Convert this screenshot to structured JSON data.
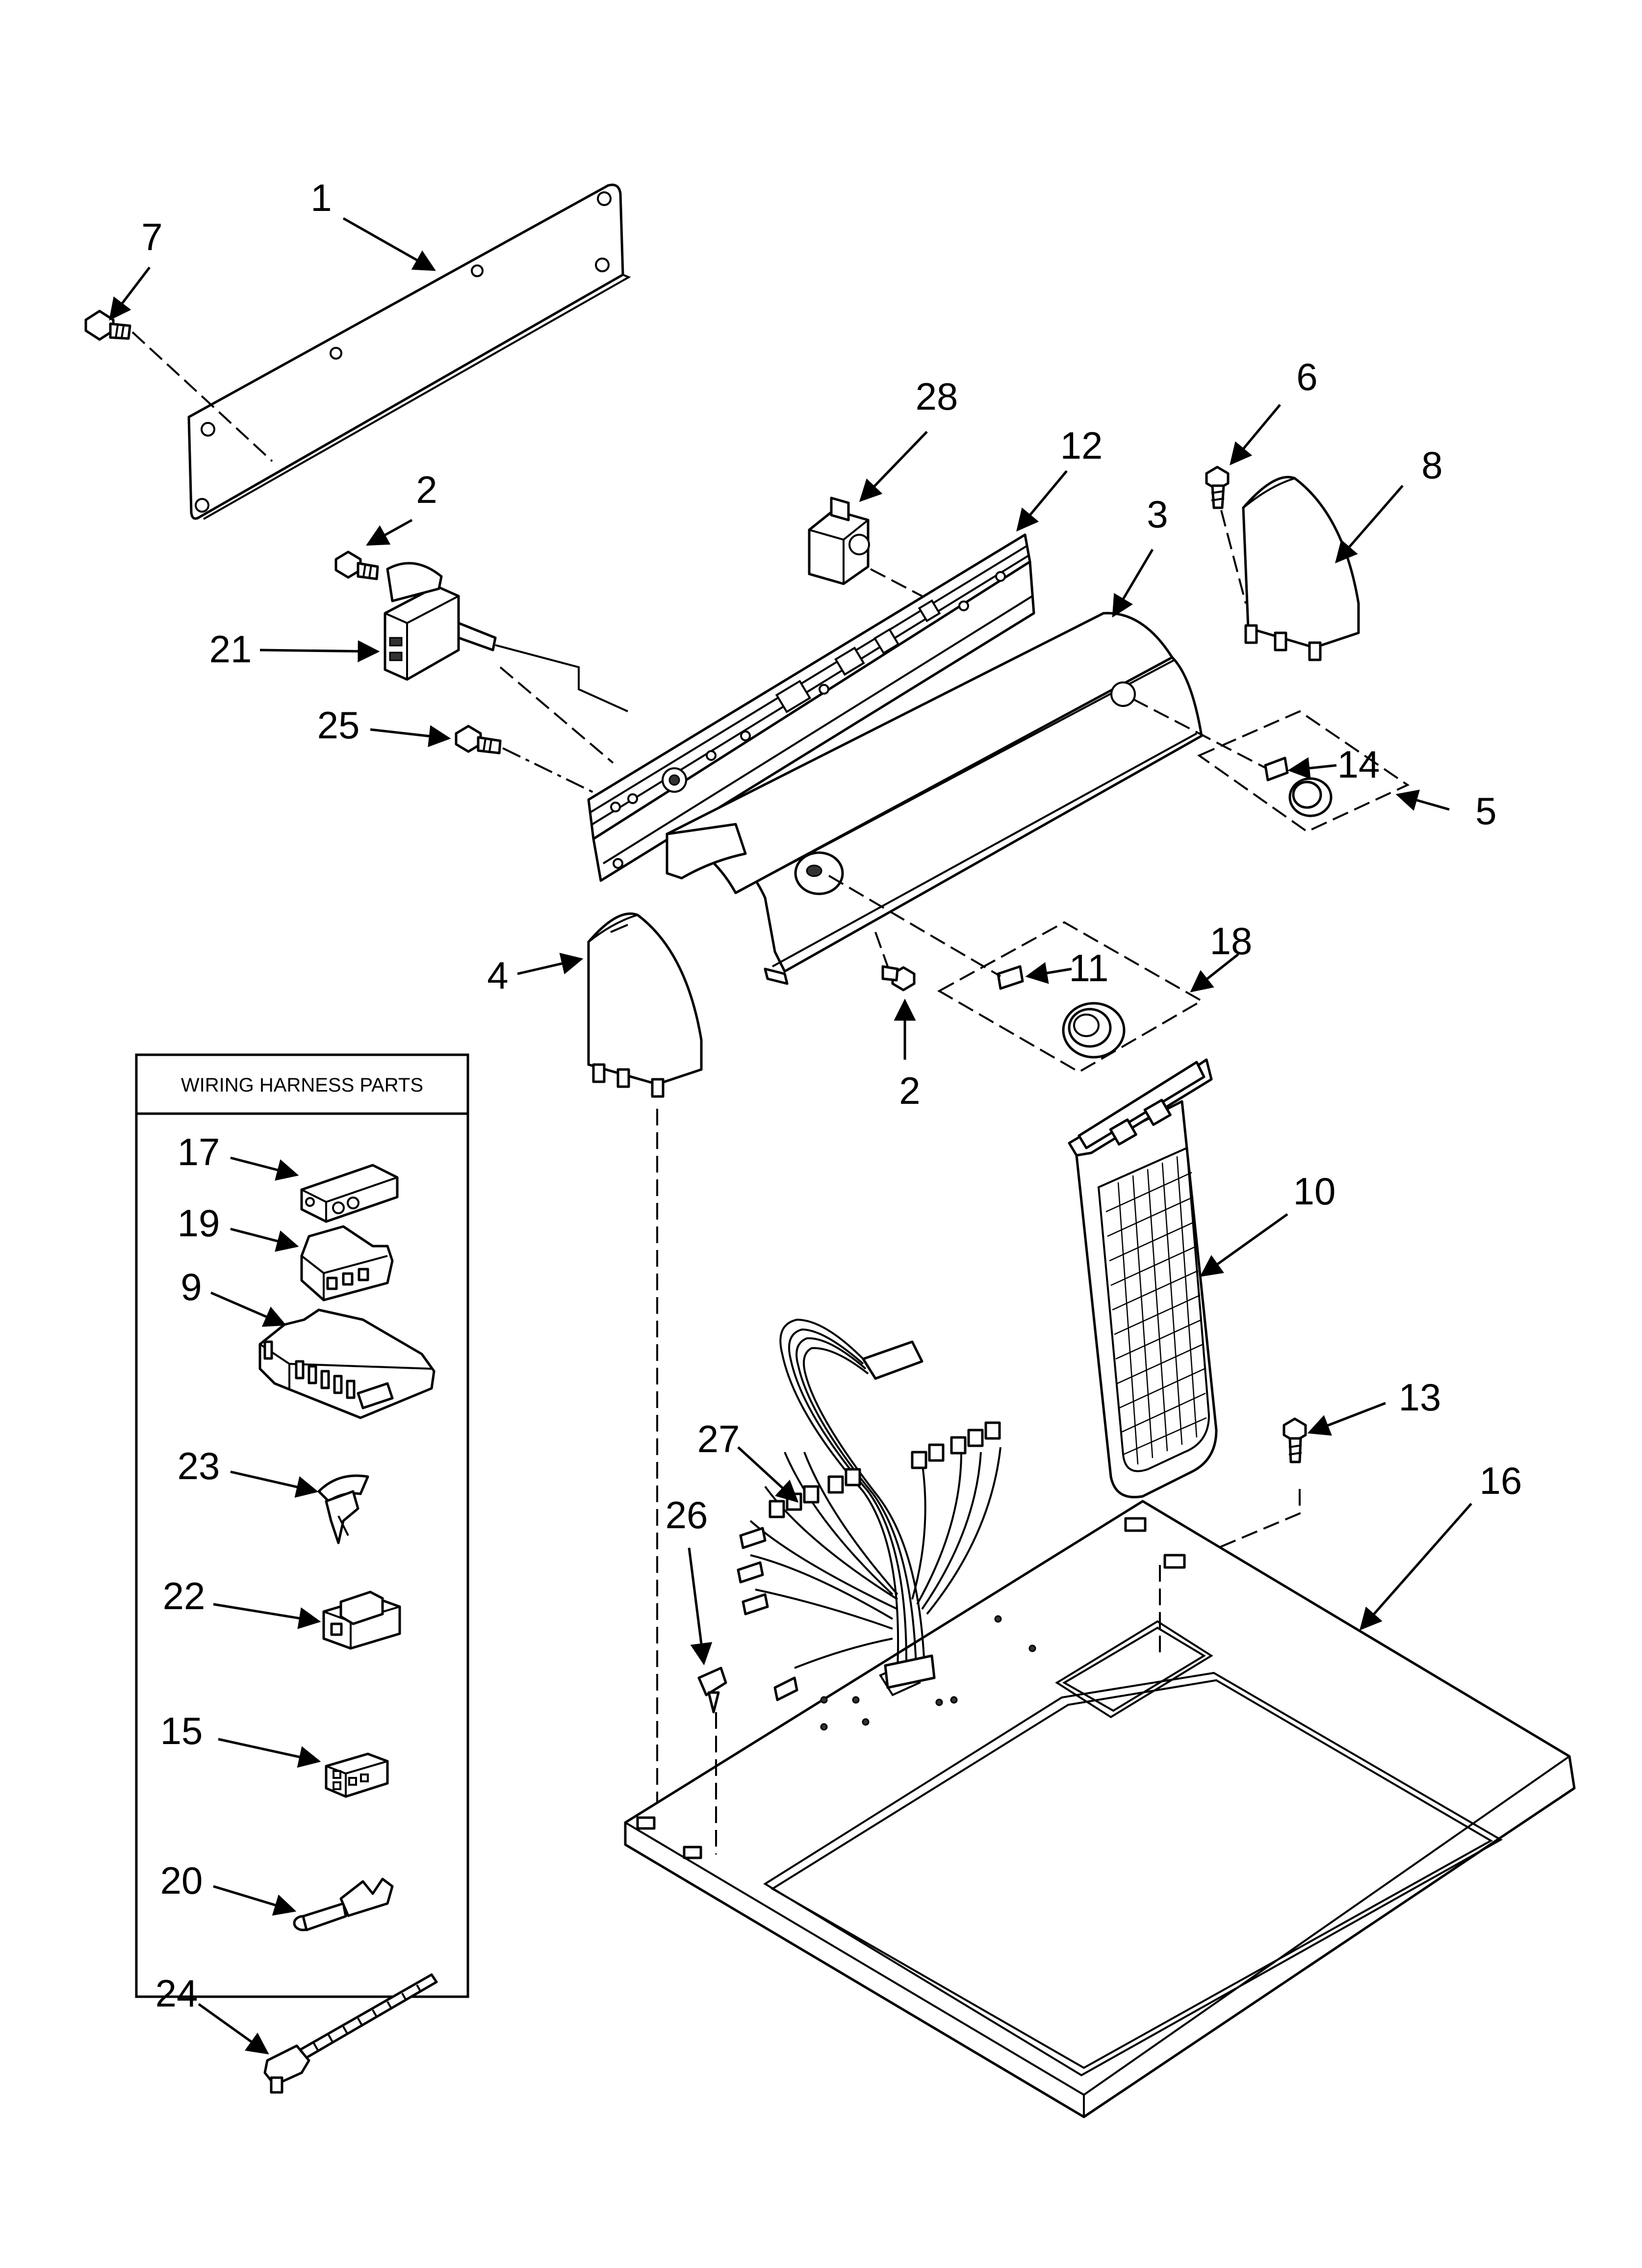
{
  "diagram": {
    "callouts": [
      "1",
      "2",
      "3",
      "4",
      "5",
      "6",
      "7",
      "8",
      "9",
      "10",
      "11",
      "12",
      "13",
      "14",
      "15",
      "16",
      "17",
      "18",
      "19",
      "20",
      "21",
      "22",
      "23",
      "24",
      "25",
      "26",
      "27",
      "28"
    ],
    "wiring_box_title": "WIRING HARNESS PARTS",
    "colors": {
      "line": "#000000",
      "background": "#ffffff"
    }
  }
}
